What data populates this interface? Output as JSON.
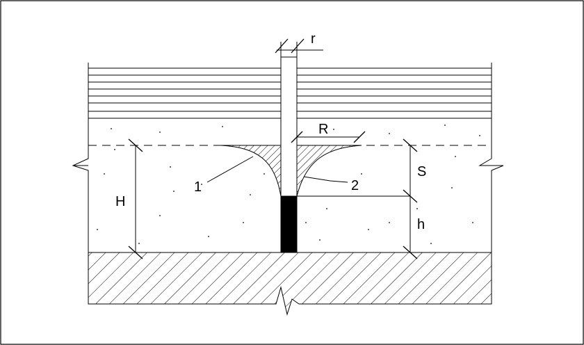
{
  "labels": {
    "r": "r",
    "R": "R",
    "S": "S",
    "H": "H",
    "h": "h",
    "one": "1",
    "two": "2"
  },
  "colors": {
    "line": "#000000",
    "background": "#ffffff",
    "filter": "#000000"
  }
}
